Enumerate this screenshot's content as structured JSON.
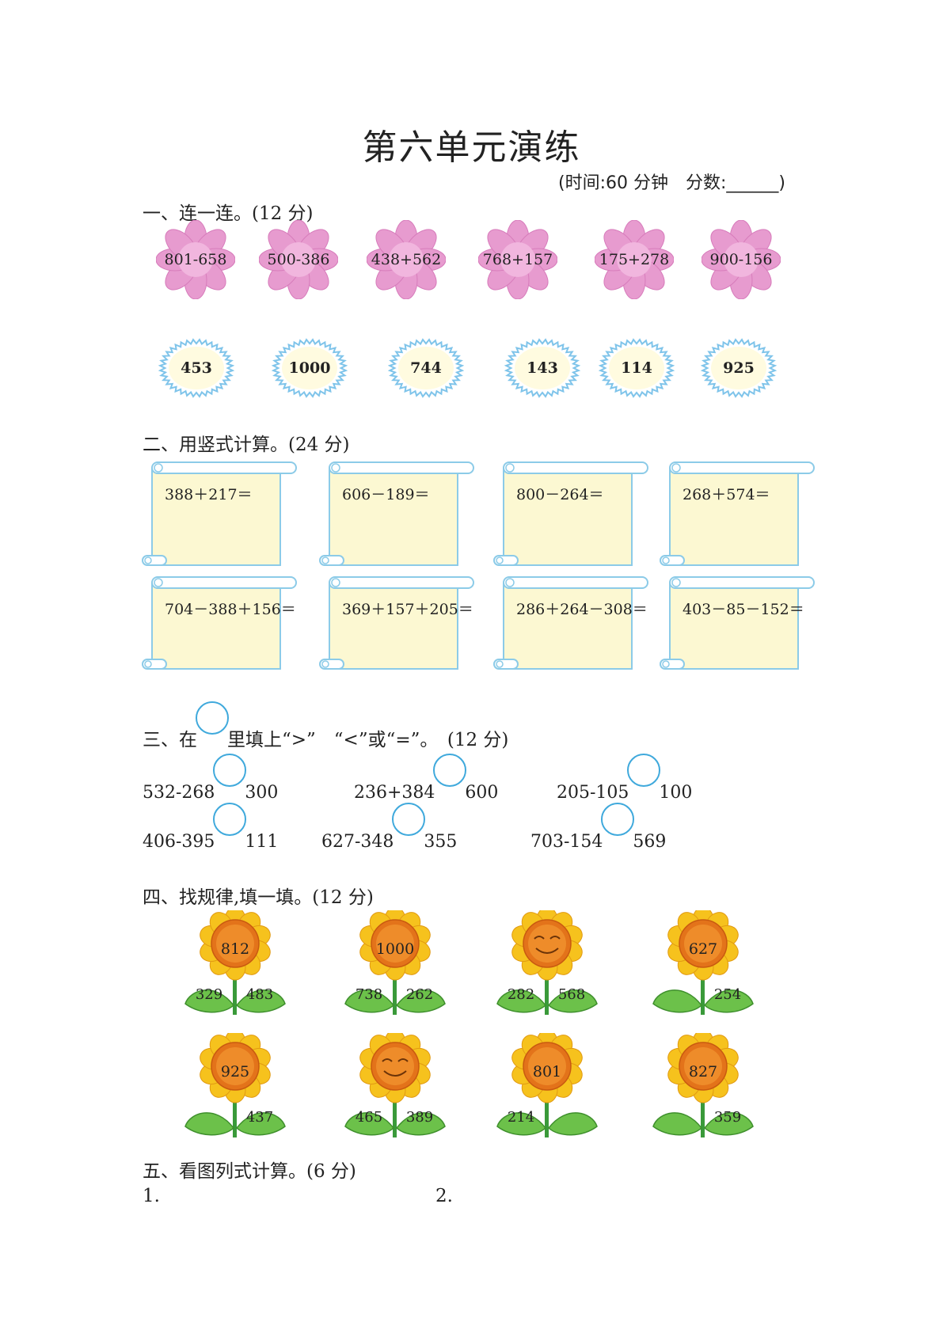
{
  "title": "第六单元演练",
  "subtitle": "(时间:60 分钟　分数:______)",
  "sections": {
    "s1": "一、连一连。(12 分)",
    "s2": "二、用竖式计算。(24 分)",
    "s3_a": "三、在",
    "s3_b": "里填上“>”　“<”或“=”。　(12 分)",
    "s4": "四、找规律,填一填。(12 分)",
    "s5": "五、看图列式计算。(6 分)"
  },
  "flowers": [
    "801-658",
    "500-386",
    "438+562",
    "768+157",
    "175+278",
    "900-156"
  ],
  "suns": [
    "453",
    "1000",
    "744",
    "143",
    "114",
    "925"
  ],
  "scrolls": [
    "388＋217＝",
    "606－189＝",
    "800－264＝",
    "268＋574＝",
    "704－388＋156＝",
    "369＋157＋205＝",
    "286＋264－308＝",
    "403－85－152＝"
  ],
  "compare": [
    {
      "a": "532-268",
      "b": "300"
    },
    {
      "a": "236+384",
      "b": "600"
    },
    {
      "a": "205-105",
      "b": "100"
    },
    {
      "a": "406-395",
      "b": "111"
    },
    {
      "a": "627-348",
      "b": "355"
    },
    {
      "a": "703-154",
      "b": "569"
    }
  ],
  "sunflowers": [
    {
      "c": "812",
      "l": "329",
      "r": "483"
    },
    {
      "c": "1000",
      "l": "738",
      "r": "262"
    },
    {
      "c": "",
      "l": "282",
      "r": "568"
    },
    {
      "c": "627",
      "l": "",
      "r": "254"
    },
    {
      "c": "925",
      "l": "",
      "r": "437"
    },
    {
      "c": "",
      "l": "465",
      "r": "389"
    },
    {
      "c": "801",
      "l": "214",
      "r": ""
    },
    {
      "c": "827",
      "l": "",
      "r": "359"
    }
  ],
  "s5_items": [
    "1.",
    "2."
  ],
  "colors": {
    "petal": "#e79bcf",
    "sun_ring": "#7fc4ea",
    "scroll_fill": "#fcf8d2",
    "scroll_line": "#8ccbe8",
    "circle": "#3fa9dc"
  }
}
